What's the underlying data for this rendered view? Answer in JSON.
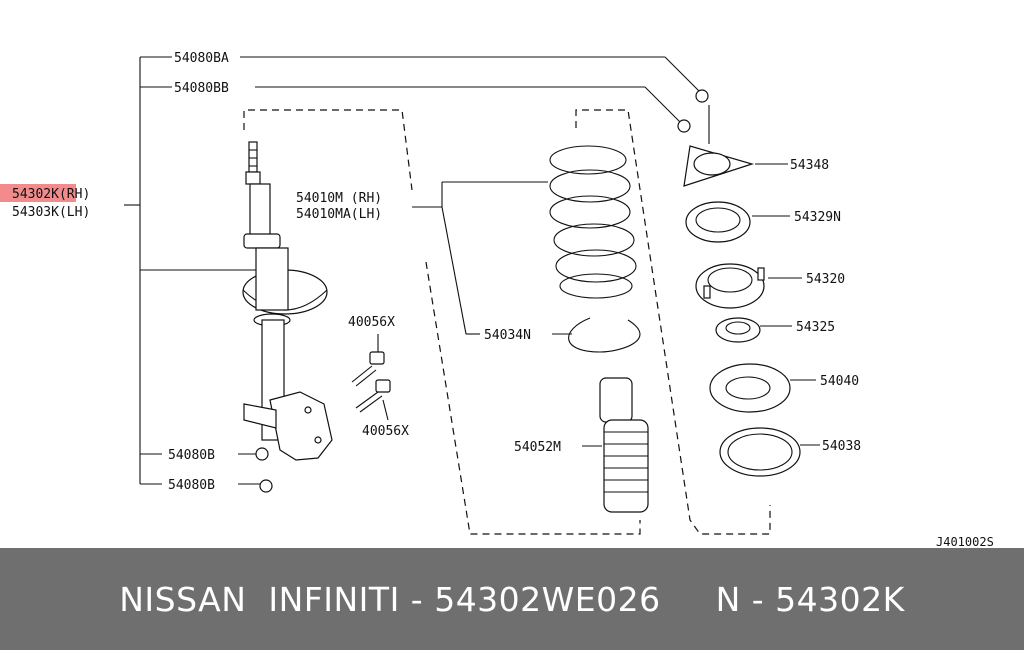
{
  "diagram": {
    "highlight_color": "#f28b8b",
    "labels": {
      "p54080BA": "54080BA",
      "p54080BB": "54080BB",
      "p54302K": "54302K(RH)",
      "p54303K": "54303K(LH)",
      "p54010M": "54010M (RH)",
      "p54010MA": "54010MA(LH)",
      "p40056X_top": "40056X",
      "p40056X_bottom": "40056X",
      "p54080B_top": "54080B",
      "p54080B_bottom": "54080B",
      "p54034N": "54034N",
      "p54052M": "54052M",
      "p54348": "54348",
      "p54329N": "54329N",
      "p54320": "54320",
      "p54325": "54325",
      "p54040": "54040",
      "p54038": "54038",
      "ref": "J401002S"
    }
  },
  "banner": {
    "text": "NISSAN  INFINITI - 54302WE026     N - 54302K"
  }
}
